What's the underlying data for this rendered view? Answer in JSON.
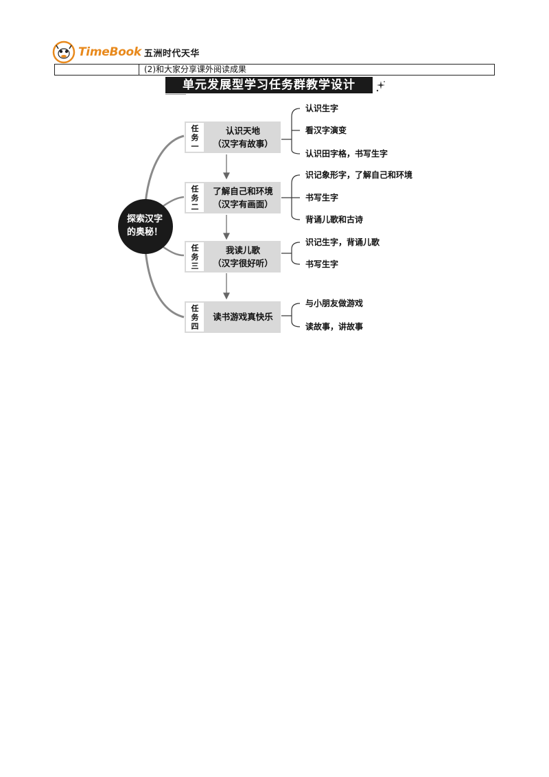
{
  "header": {
    "logo_brand": "TimeBook",
    "logo_sub": "五洲时代天华"
  },
  "table": {
    "cell_text": "(2)和大家分享课外阅读成果"
  },
  "banner": {
    "title": "单元发展型学习任务群教学设计"
  },
  "diagram": {
    "center": [
      "探索汉字",
      "的奥秘！"
    ],
    "tasks": [
      {
        "tag": [
          "任",
          "务",
          "一"
        ],
        "title_lines": [
          "认识天地",
          "（汉字有故事）"
        ],
        "subtasks": [
          "认识生字",
          "看汉字演变",
          "认识田字格，书写生字"
        ]
      },
      {
        "tag": [
          "任",
          "务",
          "二"
        ],
        "title_lines": [
          "了解自己和环境",
          "（汉字有画面）"
        ],
        "subtasks": [
          "识记象形字，了解自己和环境",
          "书写生字",
          "背诵儿歌和古诗"
        ]
      },
      {
        "tag": [
          "任",
          "务",
          "三"
        ],
        "title_lines": [
          "我读儿歌",
          "（汉字很好听）"
        ],
        "subtasks": [
          "识记生字，背诵儿歌",
          "书写生字"
        ]
      },
      {
        "tag": [
          "任",
          "务",
          "四"
        ],
        "title_lines": [
          "读书游戏真快乐"
        ],
        "subtasks": [
          "与小朋友做游戏",
          "读故事，讲故事"
        ]
      }
    ]
  },
  "colors": {
    "brand_orange": "#e8891c",
    "task_box_fill": "#d9d9d9",
    "center_fill": "#1a1a1a",
    "branch_gray": "#8a8a8a"
  }
}
